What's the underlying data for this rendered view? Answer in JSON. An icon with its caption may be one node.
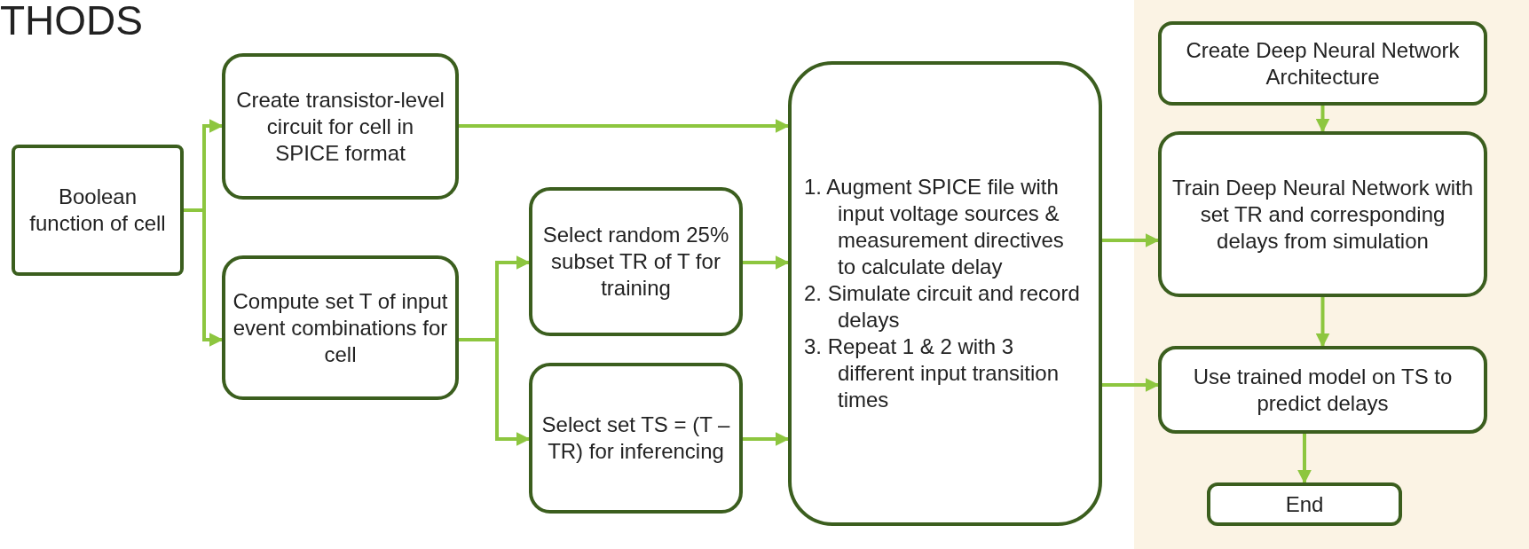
{
  "diagram": {
    "title": "THODS",
    "nodes": [
      {
        "text": [
          "Boolean function of cell"
        ]
      },
      {
        "text": [
          "Create transistor-level circuit for cell in SPICE format"
        ]
      },
      {
        "text": [
          "Compute set T of input event combinations for cell"
        ]
      },
      {
        "text": [
          "Select random 25% subset TR of T for training"
        ]
      },
      {
        "text": [
          "Select set TS = (T – TR) for inferencing"
        ]
      },
      {
        "text": [
          "1. Augment SPICE file with input voltage sources & measurement directives to calculate delay",
          "2. Simulate circuit and record delays",
          "3. Repeat 1 & 2 with 3 different input transition times"
        ]
      },
      {
        "text": [
          "Create Deep Neural Network Architecture"
        ]
      },
      {
        "text": [
          "Train Deep Neural Network with set TR and corresponding delays from simulation"
        ]
      },
      {
        "text": [
          "Use trained model on TS to predict delays"
        ]
      },
      {
        "text": [
          "End"
        ]
      }
    ],
    "edges": [
      {
        "from": 0,
        "to": 1,
        "arrow": "to"
      },
      {
        "from": 0,
        "to": 2,
        "arrow": "to"
      },
      {
        "from": 1,
        "to": 5,
        "arrow": "to"
      },
      {
        "from": 2,
        "to": 3,
        "arrow": "to"
      },
      {
        "from": 2,
        "to": 4,
        "arrow": "to"
      },
      {
        "from": 3,
        "to": 5,
        "arrow": "to"
      },
      {
        "from": 4,
        "to": 5,
        "arrow": "to"
      },
      {
        "from": 5,
        "to": 7,
        "arrow": "to"
      },
      {
        "from": 5,
        "to": 8,
        "arrow": "to"
      },
      {
        "from": 6,
        "to": 7,
        "arrow": "to"
      },
      {
        "from": 7,
        "to": 8,
        "arrow": "to"
      },
      {
        "from": 8,
        "to": 9,
        "arrow": "to"
      }
    ]
  }
}
